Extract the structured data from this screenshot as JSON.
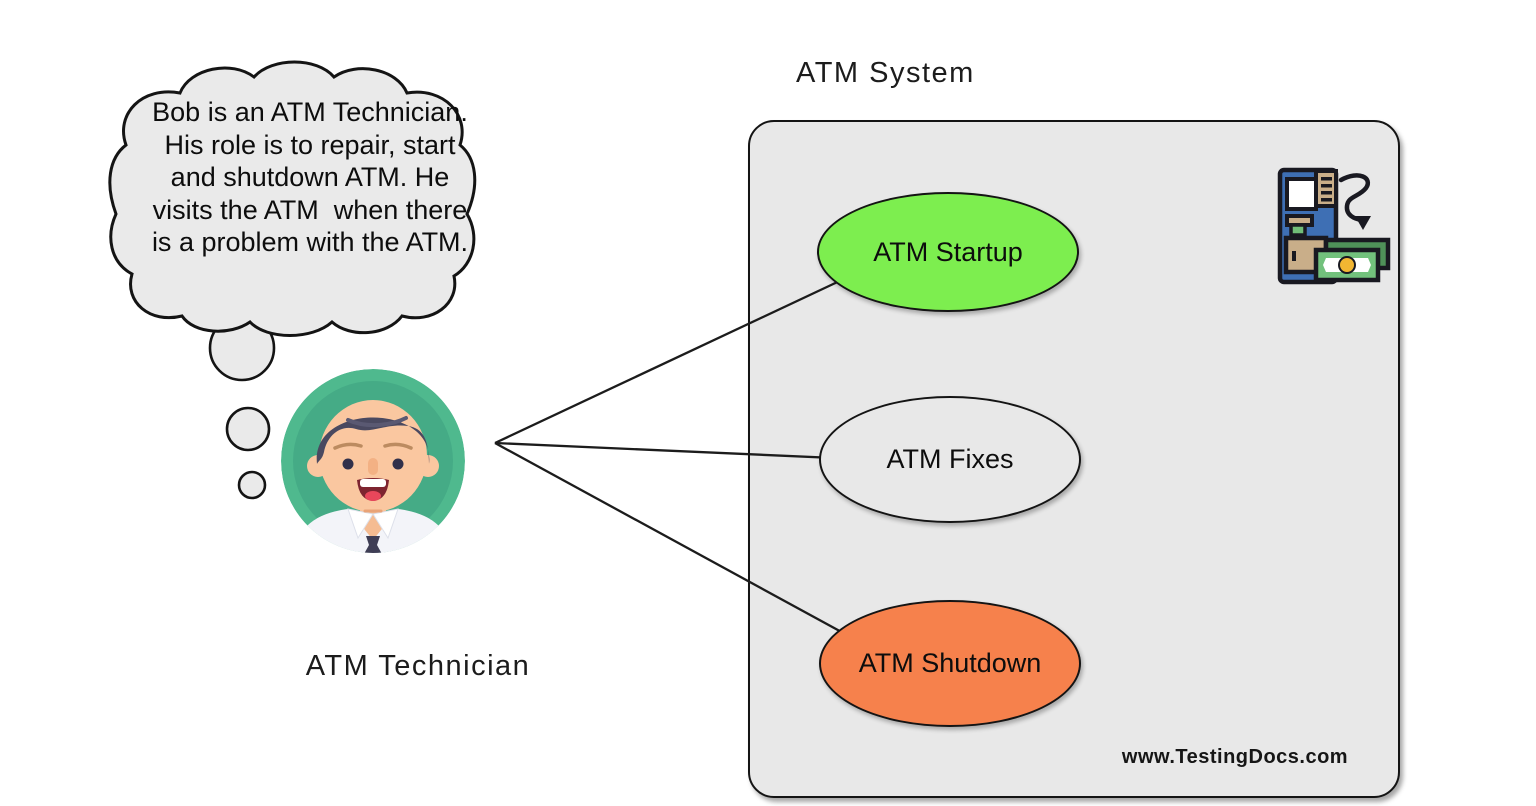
{
  "diagram": {
    "type": "uml-use-case",
    "background": "#ffffff"
  },
  "thought_bubble": {
    "lines": [
      "Bob is an ATM Technician.",
      "His role is to repair, start",
      "and shutdown ATM. He",
      "visits the ATM  when there",
      "is a problem with the ATM."
    ],
    "fill": "#EAEAEA",
    "stroke": "#141414"
  },
  "actor": {
    "label": "ATM Technician",
    "avatar": "male-technician-avatar",
    "circle_outer": "#4FB98E",
    "circle_inner": "#45AB86"
  },
  "system": {
    "title": "ATM System",
    "box_fill": "#E8E8E8",
    "watermark": "www.TestingDocs.com",
    "icon": "atm-machine-cash-icon",
    "icon_colors": {
      "machine_blue": "#3E6FB4",
      "panel_tan": "#C9AE89",
      "note_back_green": "#4F9159",
      "note_front_green": "#72C17C",
      "coin_gold": "#F2B632"
    },
    "use_cases": [
      {
        "label": "ATM Startup",
        "fill": "#7DEE4F"
      },
      {
        "label": "ATM Fixes",
        "fill": "#E8E8E8"
      },
      {
        "label": "ATM Shutdown",
        "fill": "#F6814C"
      }
    ]
  },
  "connections": [
    {
      "from": "ATM Technician",
      "to": "ATM Startup"
    },
    {
      "from": "ATM Technician",
      "to": "ATM Fixes"
    },
    {
      "from": "ATM Technician",
      "to": "ATM Shutdown"
    }
  ]
}
